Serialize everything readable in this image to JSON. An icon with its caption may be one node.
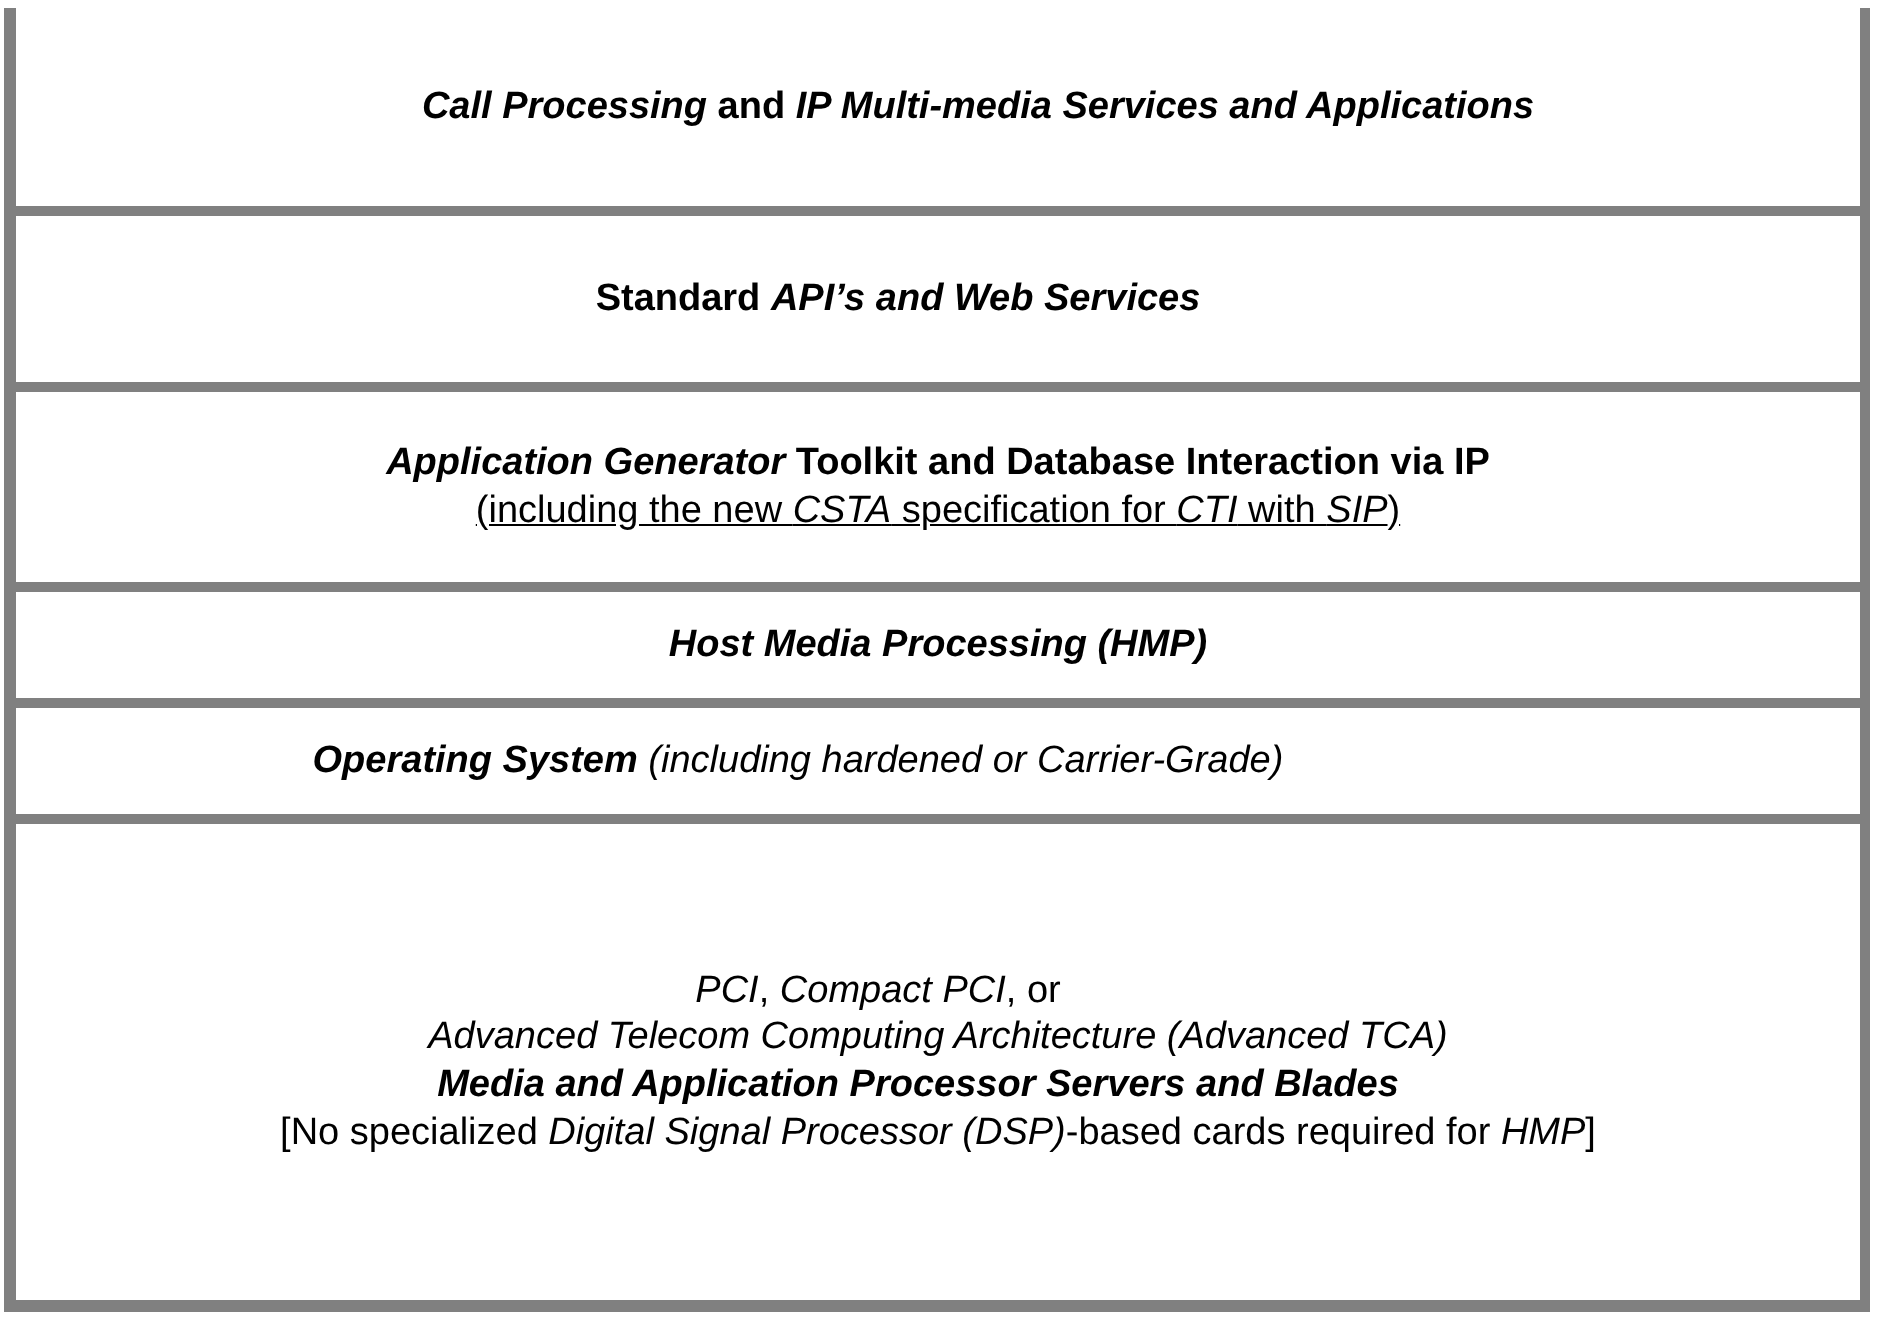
{
  "diagram": {
    "nodes": [
      {
        "text": [
          "*Call Processing* and *IP Multi-media Services and Applications*"
        ]
      },
      {
        "text": [
          "Standard *API’s and Web Services*"
        ]
      },
      {
        "text": [
          "*Application Generator* Toolkit and Database Interaction via IP",
          "(including the new *CSTA* specification for *CTI* with *SIP*)"
        ]
      },
      {
        "text": [
          "Host Media Processing (HMP)"
        ]
      },
      {
        "text": [
          "**Operating System** (including hardened or Carrier-Grade)"
        ]
      },
      {
        "text": [
          "*PCI*, *Compact PCI*, or",
          "Advanced Telecom Computing Architecture (Advanced TCA)",
          "Media and Application Processor Servers and Blades",
          "[No specialized *Digital Signal Processor (DSP)*-based cards required for *HMP*]"
        ]
      }
    ]
  }
}
